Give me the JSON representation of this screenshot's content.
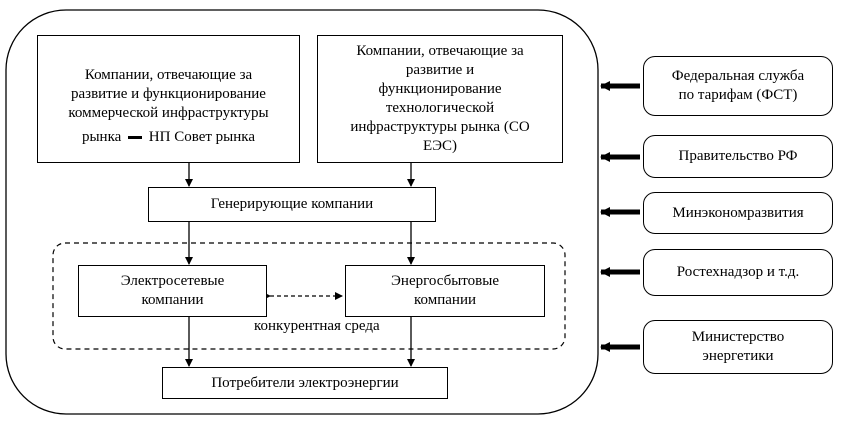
{
  "left_box": {
    "lines": "Компании, отвечающие за\nразвитие и функционирование\nкоммерческой инфраструктуры",
    "last_a": "рынка",
    "last_b": "НП Совет рынка"
  },
  "right_box": {
    "text": "Компании, отвечающие за\nразвитие и\nфункционирование\nтехнологической\nинфраструктуры рынка (СО\nЕЭС)"
  },
  "generating": "Генерирующие компании",
  "grid_companies": "Электросетевые\nкомпании",
  "sales_companies": "Энергосбытовые\nкомпании",
  "competitive": "конкурентная среда",
  "consumers": "Потребители электроэнергии",
  "regulators": [
    "Федеральная служба\nпо тарифам (ФСТ)",
    "Правительство РФ",
    "Минэкономразвития",
    "Ростехнадзор и т.д.",
    "Министерство\nэнергетики"
  ]
}
